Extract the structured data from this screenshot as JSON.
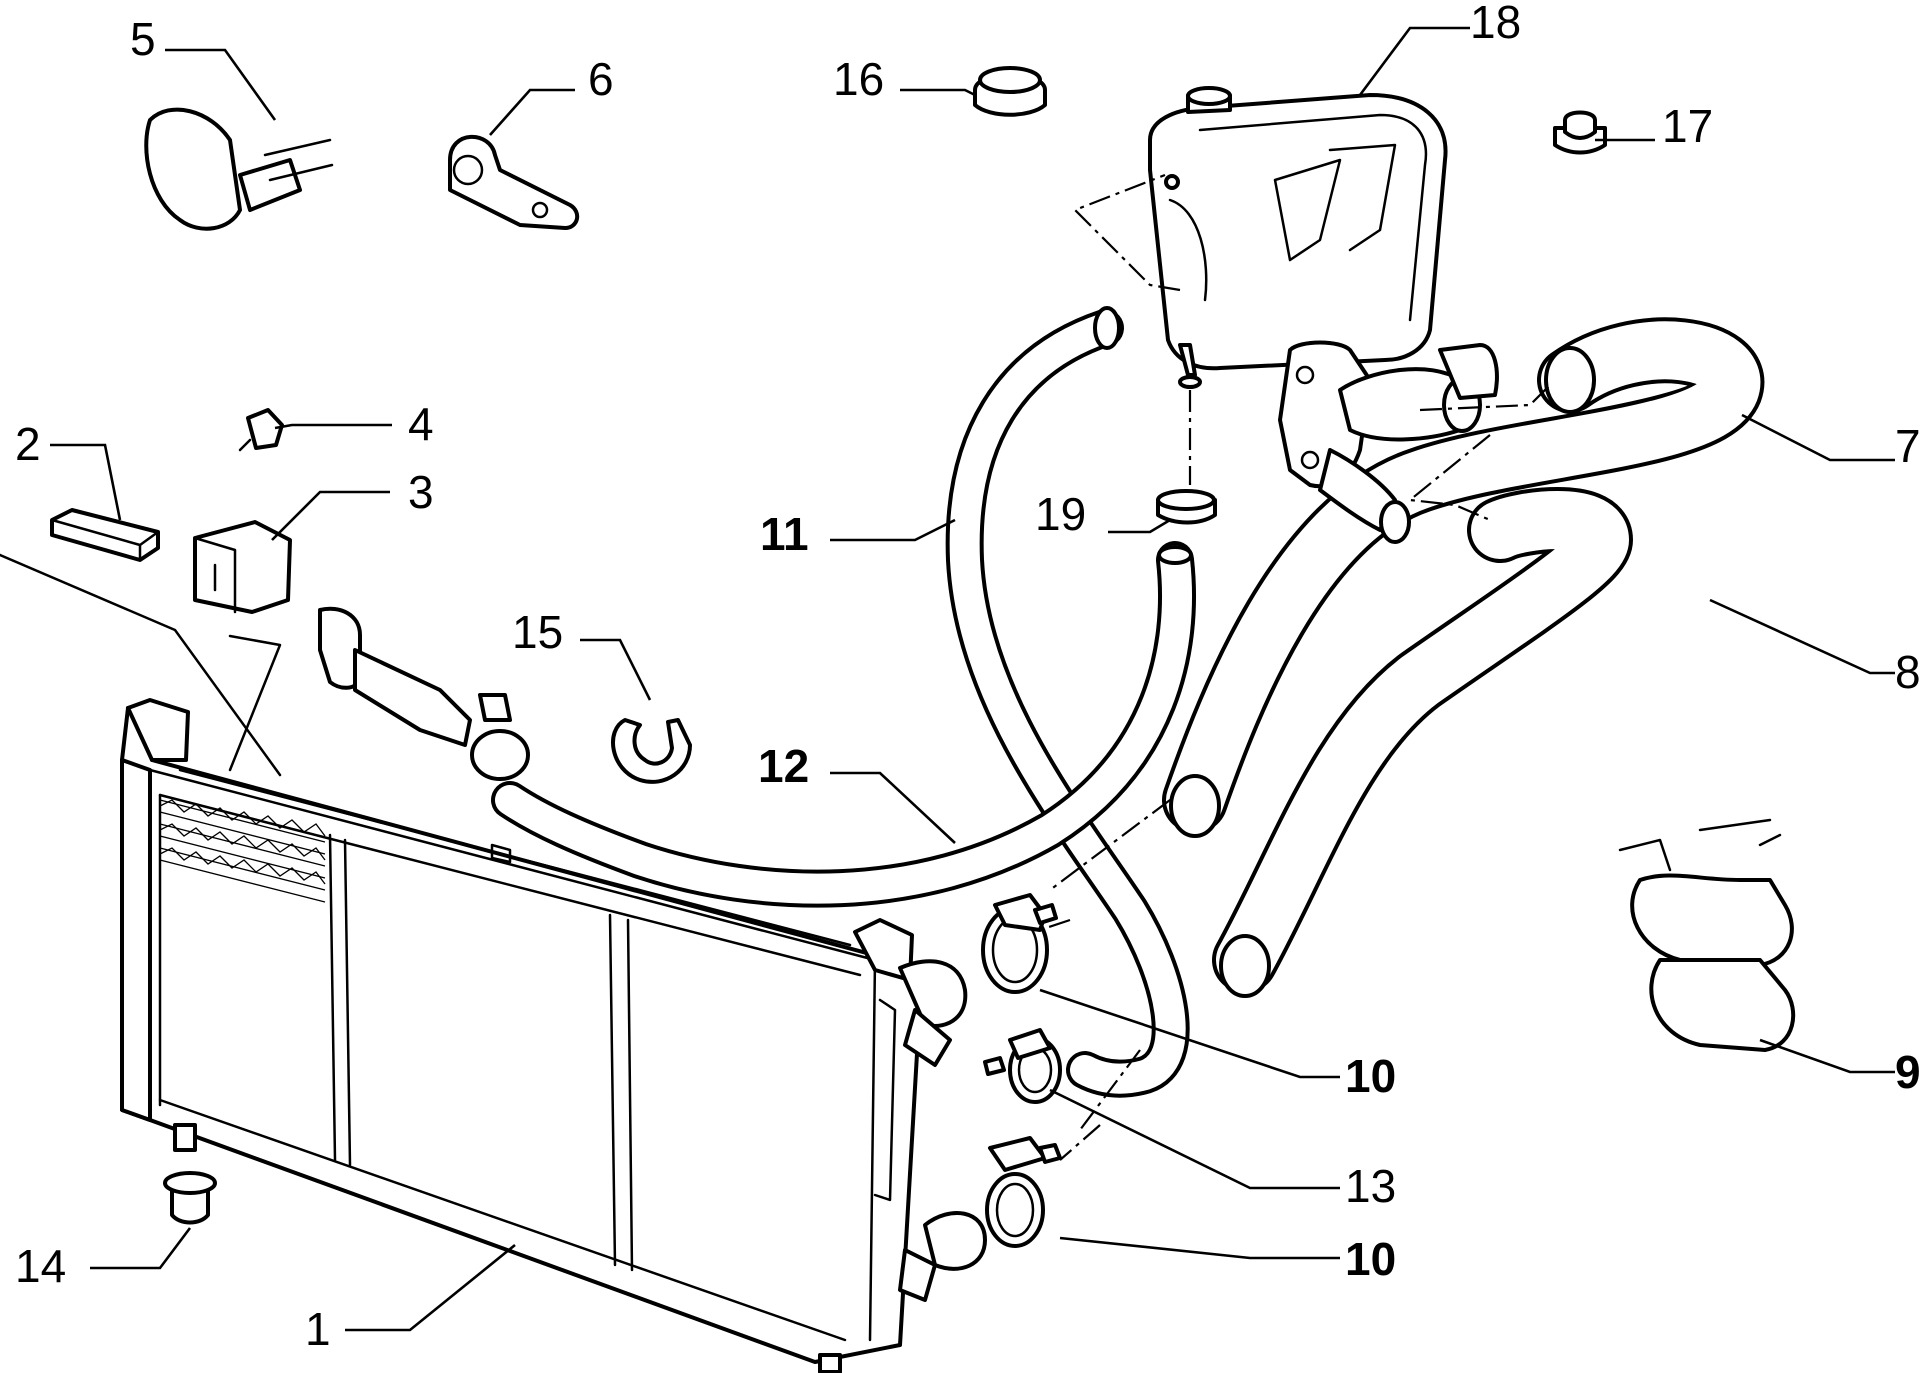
{
  "callouts": [
    {
      "id": "1",
      "text": "1",
      "bold": false
    },
    {
      "id": "2",
      "text": "2",
      "bold": false
    },
    {
      "id": "3",
      "text": "3",
      "bold": false
    },
    {
      "id": "4",
      "text": "4",
      "bold": false
    },
    {
      "id": "5",
      "text": "5",
      "bold": false
    },
    {
      "id": "6",
      "text": "6",
      "bold": false
    },
    {
      "id": "7",
      "text": "7",
      "bold": false
    },
    {
      "id": "8",
      "text": "8",
      "bold": false
    },
    {
      "id": "9",
      "text": "9",
      "bold": true
    },
    {
      "id": "10a",
      "text": "10",
      "bold": true
    },
    {
      "id": "10b",
      "text": "10",
      "bold": true
    },
    {
      "id": "11",
      "text": "11",
      "bold": true
    },
    {
      "id": "12",
      "text": "12",
      "bold": true
    },
    {
      "id": "13",
      "text": "13",
      "bold": false
    },
    {
      "id": "14",
      "text": "14",
      "bold": false
    },
    {
      "id": "15",
      "text": "15",
      "bold": false
    },
    {
      "id": "16",
      "text": "16",
      "bold": false
    },
    {
      "id": "17",
      "text": "17",
      "bold": false
    },
    {
      "id": "18",
      "text": "18",
      "bold": false
    },
    {
      "id": "19",
      "text": "19",
      "bold": false
    }
  ]
}
